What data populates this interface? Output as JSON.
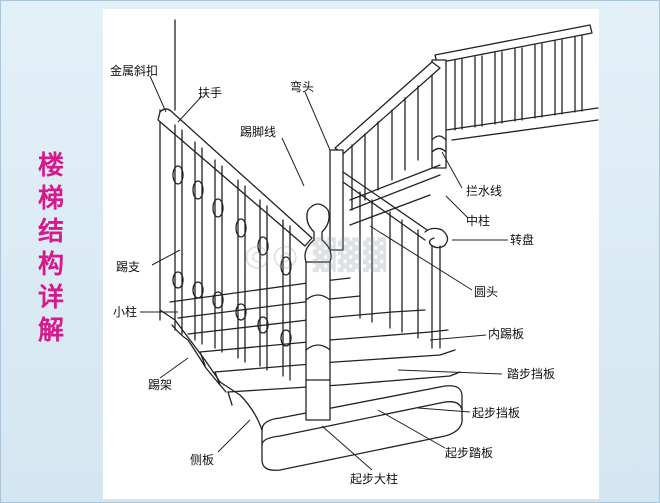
{
  "title": {
    "chars": [
      "楼",
      "梯",
      "结",
      "构",
      "详",
      "解"
    ]
  },
  "colors": {
    "title": "#d6198c",
    "line": "#222222",
    "background": "#d8e9f3"
  },
  "labels": {
    "metal_ramp": "金属斜扣",
    "handrail": "扶手",
    "gooseneck": "弯头",
    "kick_line": "踢脚线",
    "water_line": "拦水线",
    "middle_post": "中柱",
    "turning_plate": "转盘",
    "round_head": "圆头",
    "baluster": "踢支",
    "small_post": "小柱",
    "inner_riser": "内踢板",
    "tread_riser": "踏步挡板",
    "stringer_frame": "踢架",
    "start_riser": "起步挡板",
    "start_tread": "起步踏板",
    "side_board": "侧板",
    "newel_post": "起步大柱"
  }
}
